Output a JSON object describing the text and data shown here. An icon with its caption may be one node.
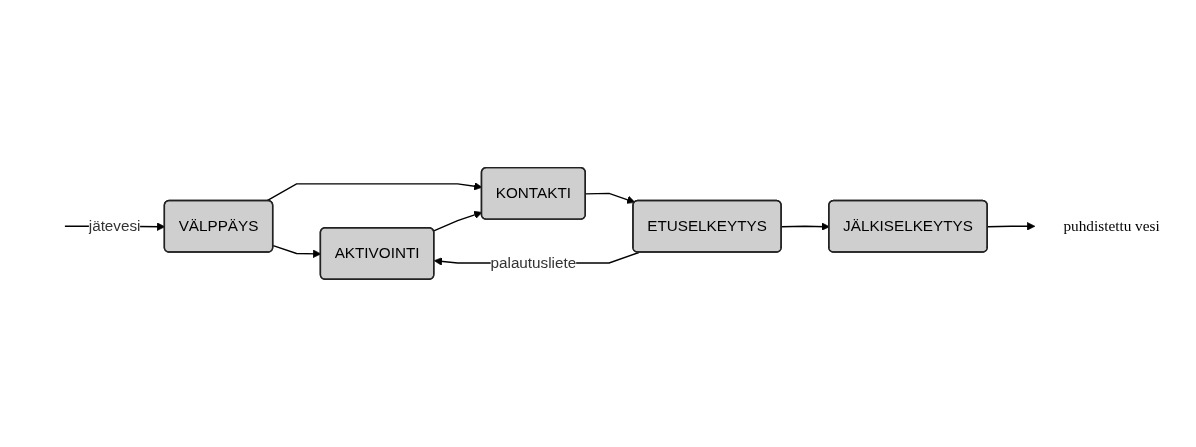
{
  "diagram": {
    "nodes": [
      {
        "text": [
          "VÄLPPÄYS"
        ]
      },
      {
        "text": [
          "AKTIVOINTI"
        ]
      },
      {
        "text": [
          "KONTAKTI"
        ]
      },
      {
        "text": [
          "ETUSELKEYTYS"
        ]
      },
      {
        "text": [
          "JÄLKISELKEYTYS"
        ]
      },
      {
        "text": [
          "puhdistettu vesi"
        ]
      }
    ],
    "edges": [
      {
        "from": null,
        "to": 0,
        "arrow": "to",
        "label": "jätevesi"
      },
      {
        "from": 0,
        "to": 1,
        "arrow": "to"
      },
      {
        "from": 0,
        "to": 2,
        "arrow": "to"
      },
      {
        "from": 1,
        "to": 2,
        "arrow": "to"
      },
      {
        "from": 2,
        "to": 3,
        "arrow": "to"
      },
      {
        "from": 3,
        "to": 1,
        "arrow": "to",
        "label": "palautusliete"
      },
      {
        "from": 3,
        "to": 4,
        "arrow": "to"
      },
      {
        "from": 4,
        "to": 5,
        "arrow": "to"
      }
    ]
  }
}
